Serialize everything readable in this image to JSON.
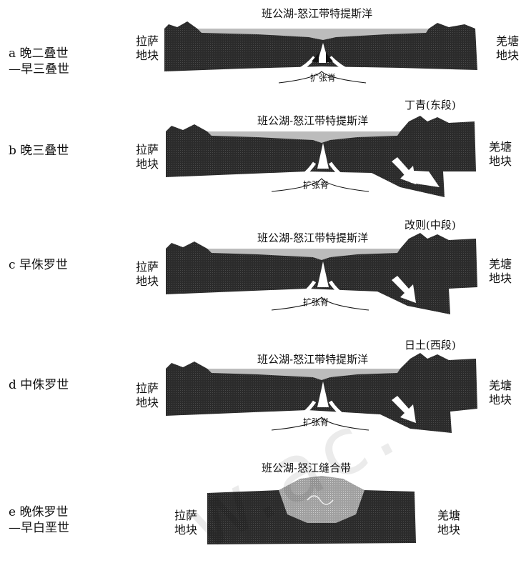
{
  "panels": [
    {
      "stage_letter": "a",
      "stage_line1": "晚二叠世",
      "stage_line2": "—早三叠世",
      "title": "班公湖-怒江带特提斯洋",
      "left_block": [
        "拉萨",
        "地块"
      ],
      "right_block": [
        "羌塘",
        "地块"
      ],
      "ridge": "扩张脊",
      "segment": ""
    },
    {
      "stage_letter": "b",
      "stage_line1": "晚三叠世",
      "stage_line2": "",
      "title": "班公湖-怒江带特提斯洋",
      "left_block": [
        "拉萨",
        "地块"
      ],
      "right_block": [
        "羌塘",
        "地块"
      ],
      "ridge": "扩张脊",
      "segment": "丁青(东段)"
    },
    {
      "stage_letter": "c",
      "stage_line1": "早侏罗世",
      "stage_line2": "",
      "title": "班公湖-怒江带特提斯洋",
      "left_block": [
        "拉萨",
        "地块"
      ],
      "right_block": [
        "羌塘",
        "地块"
      ],
      "ridge": "扩张脊",
      "segment": "改则(中段)"
    },
    {
      "stage_letter": "d",
      "stage_line1": "中侏罗世",
      "stage_line2": "",
      "title": "班公湖-怒江带特提斯洋",
      "left_block": [
        "拉萨",
        "地块"
      ],
      "right_block": [
        "羌塘",
        "地块"
      ],
      "ridge": "扩张脊",
      "segment": "日土(西段)"
    },
    {
      "stage_letter": "e",
      "stage_line1": "晚侏罗世",
      "stage_line2": "—早白垩世",
      "title": "班公湖-怒江缝合带",
      "left_block": [
        "拉萨",
        "地块"
      ],
      "right_block": [
        "羌塘",
        "地块"
      ],
      "ridge": "",
      "segment": ""
    }
  ],
  "colors": {
    "rock": "#2a2a2a",
    "ocean": "#b8b8b8",
    "arrow": "#ffffff",
    "suture": "#9a9a9a"
  }
}
